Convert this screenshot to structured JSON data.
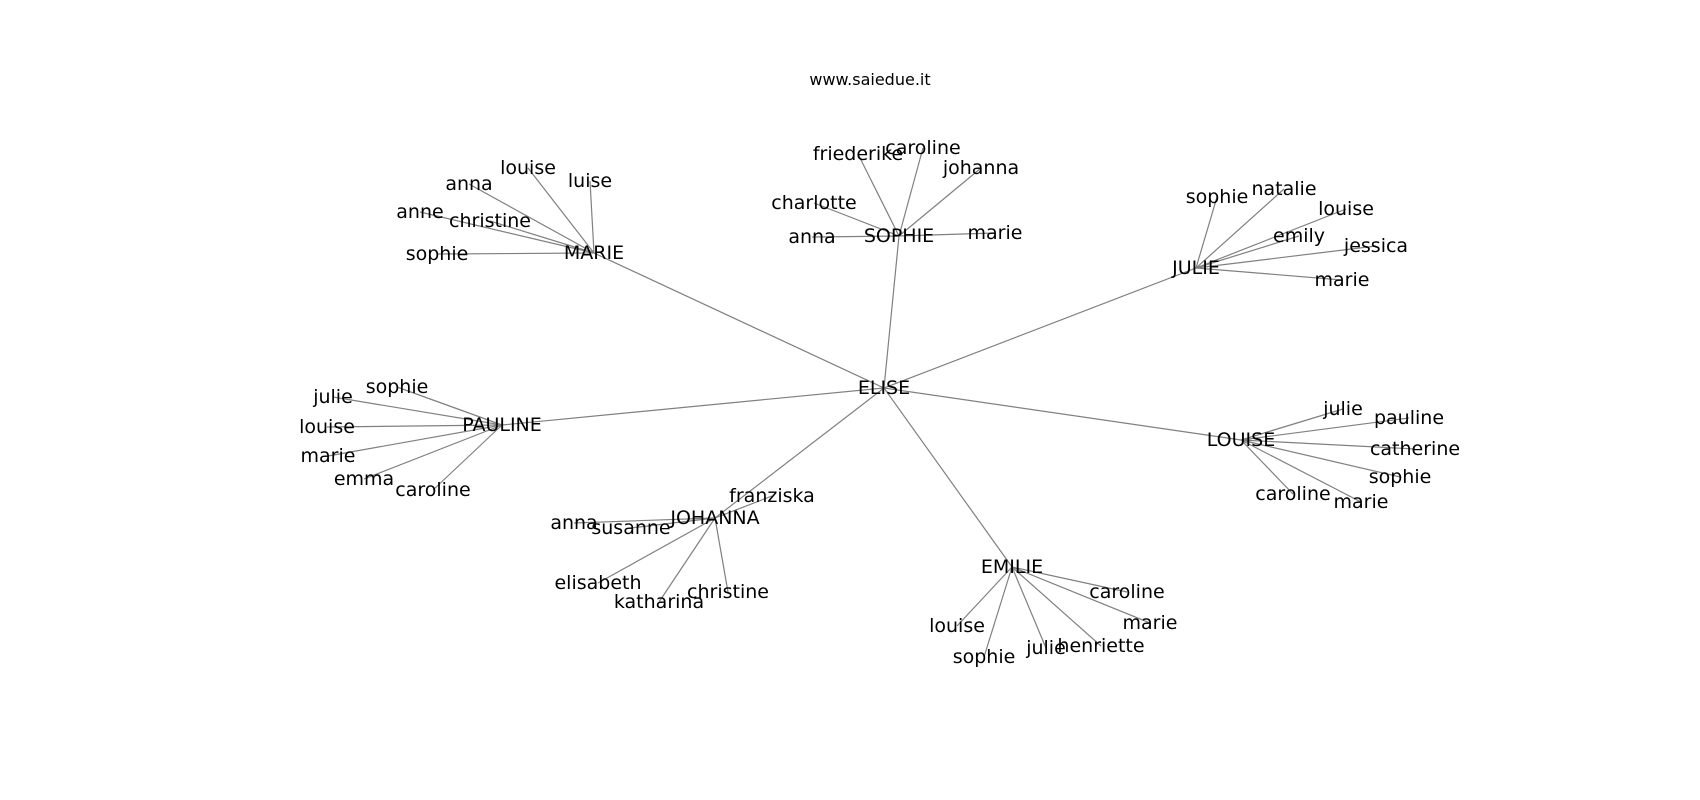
{
  "header": {
    "site": "www.saiedue.it"
  },
  "graph": {
    "root": "ELISE",
    "clusters": [
      {
        "hub": "MARIE",
        "leaves": [
          "louise",
          "luise",
          "anna",
          "anne",
          "christine",
          "sophie"
        ]
      },
      {
        "hub": "SOPHIE",
        "leaves": [
          "friederike",
          "caroline",
          "johanna",
          "charlotte",
          "anna",
          "marie"
        ]
      },
      {
        "hub": "JULIE",
        "leaves": [
          "sophie",
          "natalie",
          "louise",
          "emily",
          "jessica",
          "marie"
        ]
      },
      {
        "hub": "PAULINE",
        "leaves": [
          "sophie",
          "julie",
          "louise",
          "marie",
          "emma",
          "caroline"
        ]
      },
      {
        "hub": "LOUISE",
        "leaves": [
          "julie",
          "pauline",
          "catherine",
          "sophie",
          "caroline",
          "marie"
        ]
      },
      {
        "hub": "JOHANNA",
        "leaves": [
          "franziska",
          "anna",
          "susanne",
          "elisabeth",
          "katharina",
          "christine"
        ]
      },
      {
        "hub": "EMILIE",
        "leaves": [
          "caroline",
          "marie",
          "louise",
          "sophie",
          "julie",
          "henriette"
        ]
      }
    ]
  },
  "colors": {
    "edge": "#808080",
    "text": "#000000",
    "background": "#ffffff"
  }
}
